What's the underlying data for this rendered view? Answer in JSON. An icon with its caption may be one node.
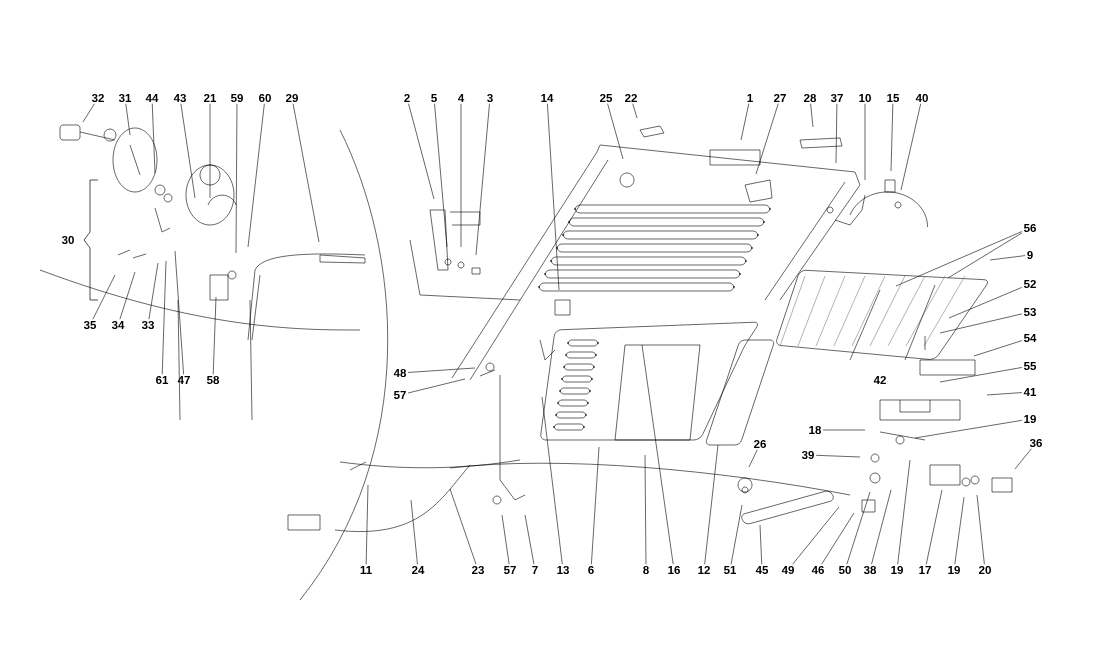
{
  "diagram": {
    "nodes": [
      {
        "text": [
          "32"
        ]
      },
      {
        "text": [
          "31"
        ]
      },
      {
        "text": [
          "44"
        ]
      },
      {
        "text": [
          "43"
        ]
      },
      {
        "text": [
          "21"
        ]
      },
      {
        "text": [
          "59"
        ]
      },
      {
        "text": [
          "60"
        ]
      },
      {
        "text": [
          "29"
        ]
      },
      {
        "text": [
          "2"
        ]
      },
      {
        "text": [
          "5"
        ]
      },
      {
        "text": [
          "4"
        ]
      },
      {
        "text": [
          "3"
        ]
      },
      {
        "text": [
          "14"
        ]
      },
      {
        "text": [
          "25"
        ]
      },
      {
        "text": [
          "22"
        ]
      },
      {
        "text": [
          "1"
        ]
      },
      {
        "text": [
          "27"
        ]
      },
      {
        "text": [
          "28"
        ]
      },
      {
        "text": [
          "37"
        ]
      },
      {
        "text": [
          "10"
        ]
      },
      {
        "text": [
          "15"
        ]
      },
      {
        "text": [
          "40"
        ]
      },
      {
        "text": [
          "56"
        ]
      },
      {
        "text": [
          "9"
        ]
      },
      {
        "text": [
          "52"
        ]
      },
      {
        "text": [
          "53"
        ]
      },
      {
        "text": [
          "54"
        ]
      },
      {
        "text": [
          "55"
        ]
      },
      {
        "text": [
          "41"
        ]
      },
      {
        "text": [
          "19"
        ]
      },
      {
        "text": [
          "36"
        ]
      },
      {
        "text": [
          "18"
        ]
      },
      {
        "text": [
          "39"
        ]
      },
      {
        "text": [
          "48"
        ]
      },
      {
        "text": [
          "57"
        ]
      },
      {
        "text": [
          "35"
        ]
      },
      {
        "text": [
          "34"
        ]
      },
      {
        "text": [
          "33"
        ]
      },
      {
        "text": [
          "26"
        ]
      },
      {
        "text": [
          "61"
        ]
      },
      {
        "text": [
          "47"
        ]
      },
      {
        "text": [
          "58"
        ]
      },
      {
        "text": [
          "11"
        ]
      },
      {
        "text": [
          "24"
        ]
      },
      {
        "text": [
          "23"
        ]
      },
      {
        "text": [
          "57"
        ]
      },
      {
        "text": [
          "7"
        ]
      },
      {
        "text": [
          "13"
        ]
      },
      {
        "text": [
          "6"
        ]
      },
      {
        "text": [
          "8"
        ]
      },
      {
        "text": [
          "16"
        ]
      },
      {
        "text": [
          "12"
        ]
      },
      {
        "text": [
          "51"
        ]
      },
      {
        "text": [
          "45"
        ]
      },
      {
        "text": [
          "49"
        ]
      },
      {
        "text": [
          "46"
        ]
      },
      {
        "text": [
          "50"
        ]
      },
      {
        "text": [
          "38"
        ]
      },
      {
        "text": [
          "19"
        ]
      },
      {
        "text": [
          "17"
        ]
      },
      {
        "text": [
          "19"
        ]
      },
      {
        "text": [
          "20"
        ]
      }
    ],
    "edges": [
      {
        "from": 0,
        "to": null,
        "arrow": "none"
      },
      {
        "from": 1,
        "to": null,
        "arrow": "none"
      },
      {
        "from": 2,
        "to": null,
        "arrow": "none"
      },
      {
        "from": 3,
        "to": null,
        "arrow": "none"
      },
      {
        "from": 4,
        "to": null,
        "arrow": "none"
      },
      {
        "from": 5,
        "to": null,
        "arrow": "none"
      },
      {
        "from": 6,
        "to": null,
        "arrow": "none"
      },
      {
        "from": 7,
        "to": null,
        "arrow": "none"
      },
      {
        "from": 8,
        "to": null,
        "arrow": "none"
      },
      {
        "from": 9,
        "to": null,
        "arrow": "none"
      },
      {
        "from": 10,
        "to": null,
        "arrow": "none"
      },
      {
        "from": 11,
        "to": null,
        "arrow": "none"
      },
      {
        "from": 12,
        "to": null,
        "arrow": "none"
      },
      {
        "from": 13,
        "to": null,
        "arrow": "none"
      },
      {
        "from": 14,
        "to": null,
        "arrow": "none"
      },
      {
        "from": 15,
        "to": null,
        "arrow": "none"
      },
      {
        "from": 16,
        "to": null,
        "arrow": "none"
      },
      {
        "from": 17,
        "to": null,
        "arrow": "none"
      },
      {
        "from": 18,
        "to": null,
        "arrow": "none"
      },
      {
        "from": 19,
        "to": null,
        "arrow": "none"
      },
      {
        "from": 20,
        "to": null,
        "arrow": "none"
      },
      {
        "from": 21,
        "to": null,
        "arrow": "none"
      },
      {
        "from": 22,
        "to": null,
        "arrow": "none"
      },
      {
        "from": 22,
        "to": null,
        "arrow": "none"
      },
      {
        "from": 23,
        "to": null,
        "arrow": "none"
      },
      {
        "from": 24,
        "to": null,
        "arrow": "none"
      },
      {
        "from": 25,
        "to": null,
        "arrow": "none"
      },
      {
        "from": 26,
        "to": null,
        "arrow": "none"
      },
      {
        "from": 27,
        "to": null,
        "arrow": "none"
      },
      {
        "from": 28,
        "to": null,
        "arrow": "none"
      },
      {
        "from": 29,
        "to": null,
        "arrow": "none"
      },
      {
        "from": 30,
        "to": null,
        "arrow": "none"
      },
      {
        "from": 31,
        "to": null,
        "arrow": "none"
      },
      {
        "from": 32,
        "to": null,
        "arrow": "none"
      },
      {
        "from": 33,
        "to": null,
        "arrow": "none"
      },
      {
        "from": 34,
        "to": null,
        "arrow": "none"
      },
      {
        "from": 35,
        "to": null,
        "arrow": "none"
      },
      {
        "from": 36,
        "to": null,
        "arrow": "none"
      },
      {
        "from": 37,
        "to": null,
        "arrow": "none"
      },
      {
        "from": 38,
        "to": null,
        "arrow": "none"
      },
      {
        "from": 39,
        "to": null,
        "arrow": "none"
      },
      {
        "from": 40,
        "to": null,
        "arrow": "none"
      },
      {
        "from": 41,
        "to": null,
        "arrow": "none"
      },
      {
        "from": 42,
        "to": null,
        "arrow": "none"
      },
      {
        "from": 43,
        "to": null,
        "arrow": "none"
      },
      {
        "from": 44,
        "to": null,
        "arrow": "none"
      },
      {
        "from": 45,
        "to": null,
        "arrow": "none"
      },
      {
        "from": 46,
        "to": null,
        "arrow": "none"
      },
      {
        "from": 47,
        "to": null,
        "arrow": "none"
      },
      {
        "from": 48,
        "to": null,
        "arrow": "none"
      },
      {
        "from": 49,
        "to": null,
        "arrow": "none"
      },
      {
        "from": 50,
        "to": null,
        "arrow": "none"
      },
      {
        "from": 51,
        "to": null,
        "arrow": "none"
      },
      {
        "from": 52,
        "to": null,
        "arrow": "none"
      },
      {
        "from": 53,
        "to": null,
        "arrow": "none"
      },
      {
        "from": 54,
        "to": null,
        "arrow": "none"
      },
      {
        "from": 55,
        "to": null,
        "arrow": "none"
      },
      {
        "from": 56,
        "to": null,
        "arrow": "none"
      },
      {
        "from": 57,
        "to": null,
        "arrow": "none"
      },
      {
        "from": 58,
        "to": null,
        "arrow": "none"
      },
      {
        "from": 59,
        "to": null,
        "arrow": "none"
      },
      {
        "from": 60,
        "to": null,
        "arrow": "none"
      },
      {
        "from": 61,
        "to": null,
        "arrow": "none"
      }
    ],
    "labels": [
      "30",
      "42"
    ]
  }
}
